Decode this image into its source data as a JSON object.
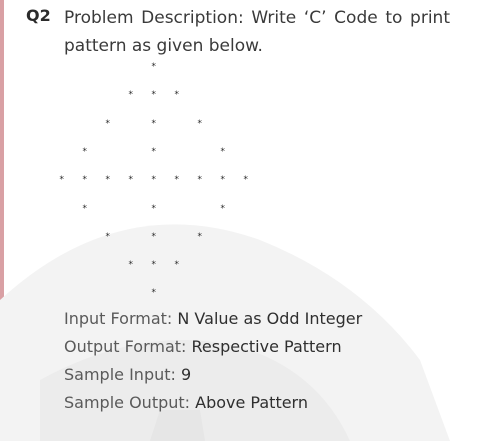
{
  "question": {
    "number": "Q2",
    "description": "Problem Description: Write ‘C’ Code to print pattern as given below."
  },
  "pattern": {
    "star": "*",
    "rows": [
      [
        0
      ],
      [
        -1,
        0,
        1
      ],
      [
        -2,
        0,
        2
      ],
      [
        -3,
        0,
        3
      ],
      [
        -4,
        -3,
        -2,
        -1,
        0,
        1,
        2,
        3,
        4
      ],
      [
        -3,
        0,
        3
      ],
      [
        -2,
        0,
        2
      ],
      [
        -1,
        0,
        1
      ],
      [
        0
      ]
    ]
  },
  "details": [
    {
      "label": "Input Format:",
      "value": "N Value as Odd Integer"
    },
    {
      "label": "Output Format:",
      "value": "Respective Pattern"
    },
    {
      "label": "Sample Input:",
      "value": "9"
    },
    {
      "label": "Sample Output:",
      "value": "Above Pattern"
    }
  ],
  "colors": {
    "left_rule": "#d9a0a4",
    "text": "#3a3a3a"
  }
}
